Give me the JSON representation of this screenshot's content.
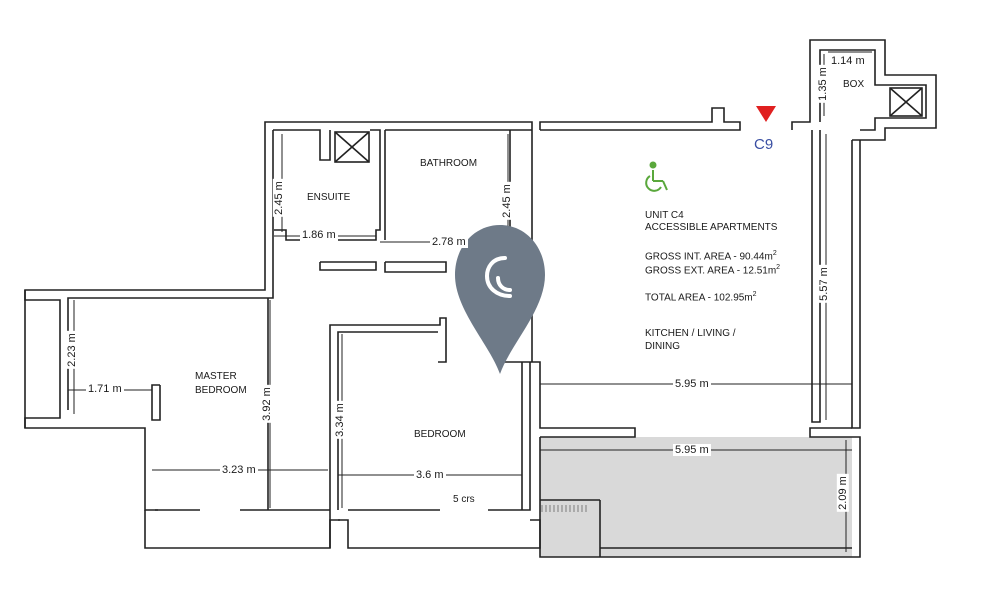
{
  "unit": {
    "code": "C9",
    "name": "UNIT C4",
    "type": "ACCESSIBLE APARTMENTS",
    "gross_int": "GROSS INT. AREA - 90.44m",
    "gross_ext": "GROSS EXT. AREA - 12.51m",
    "total": "TOTAL AREA - 102.95m",
    "sq": "2",
    "kitchen_line1": "KITCHEN / LIVING /",
    "kitchen_line2": "DINING"
  },
  "rooms": {
    "bathroom": "BATHROOM",
    "ensuite": "ENSUITE",
    "master_line1": "MASTER",
    "master_line2": "BEDROOM",
    "bedroom": "BEDROOM",
    "box": "BOX"
  },
  "dimensions": {
    "box_w": "1.14 m",
    "box_h": "1.35 m",
    "ensuite_h": "2.45 m",
    "ensuite_w": "1.86 m",
    "bath_h": "2.45 m",
    "bath_w": "2.78 m",
    "living_h": "5.57 m",
    "living_w": "5.95 m",
    "terrace_w": "5.95 m",
    "terrace_h": "2.09 m",
    "closet_h": "2.23 m",
    "closet_w": "1.71 m",
    "master_h": "3.92 m",
    "master_w": "3.23 m",
    "bedroom_h": "3.34 m",
    "bedroom_w": "3.6 m",
    "crs": "5 crs"
  },
  "colors": {
    "wall": "#222222",
    "terrace": "#d9d9d9",
    "marker": "#6e7a88",
    "triangle": "#e02020",
    "accessible": "#5aa83c",
    "unit_code": "#3a4fa3"
  },
  "icons": {
    "marker": "location-pin-icon",
    "accessible": "wheelchair-icon",
    "north": "triangle-down-icon"
  }
}
